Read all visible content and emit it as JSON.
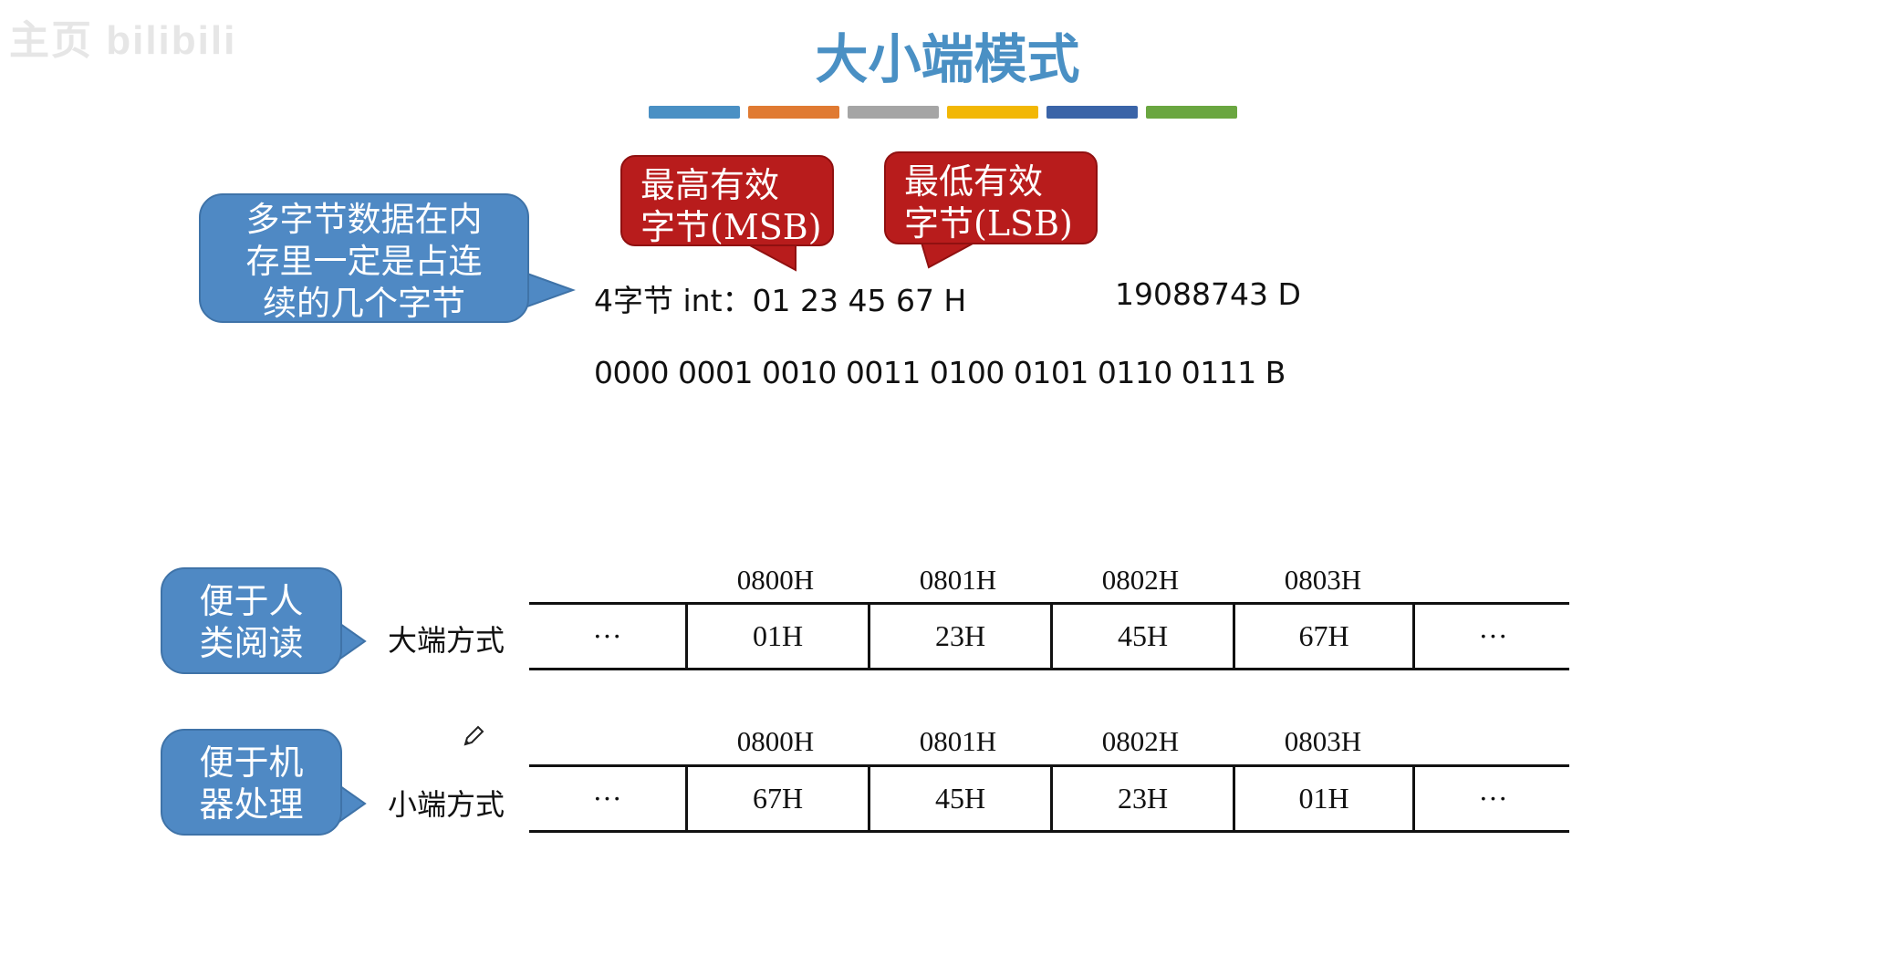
{
  "watermark": "主页 bilibili",
  "title": "大小端模式",
  "accent_colors": [
    "#4a90c4",
    "#e07a32",
    "#a5a5a5",
    "#f2b705",
    "#3a64a8",
    "#6aa640"
  ],
  "callout_main": {
    "line1": "多字节数据在内",
    "line2": "存里一定是占连",
    "line3": "续的几个字节"
  },
  "callout_msb": {
    "line1": "最高有效",
    "line2": "字节(MSB)"
  },
  "callout_lsb": {
    "line1": "最低有效",
    "line2": "字节(LSB)"
  },
  "value_hex": "4字节 int：01 23 45 67 H",
  "value_dec": "19088743 D",
  "value_bin": "0000 0001 0010 0011 0100 0101 0110 0111  B",
  "big_endian": {
    "bubble": {
      "line1": "便于人",
      "line2": "类阅读"
    },
    "label": "大端方式",
    "addresses": [
      "0800H",
      "0801H",
      "0802H",
      "0803H"
    ],
    "cells": [
      "01H",
      "23H",
      "45H",
      "67H"
    ],
    "ellipsis_left": "···",
    "ellipsis_right": "···"
  },
  "little_endian": {
    "bubble": {
      "line1": "便于机",
      "line2": "器处理"
    },
    "label": "小端方式",
    "addresses": [
      "0800H",
      "0801H",
      "0802H",
      "0803H"
    ],
    "cells": [
      "67H",
      "45H",
      "23H",
      "01H"
    ],
    "ellipsis_left": "···",
    "ellipsis_right": "···"
  },
  "pencil_icon": "pencil-icon"
}
